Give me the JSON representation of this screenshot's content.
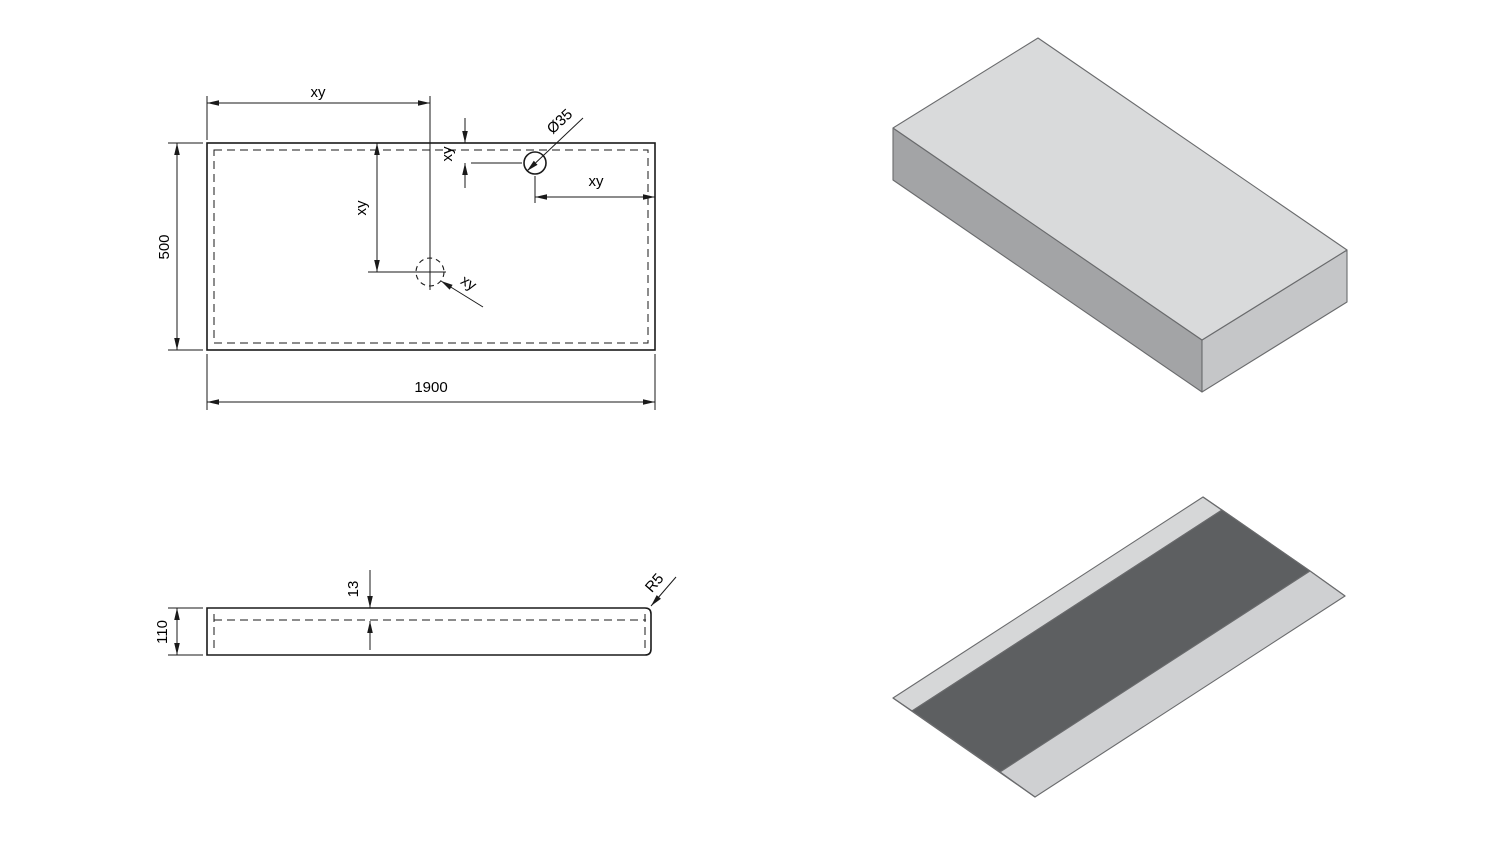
{
  "plan_view": {
    "dims": {
      "width": "1900",
      "height": "500",
      "hole_diameter": "Ø35",
      "xy_top": "xy",
      "xy_vertical": "xy",
      "xy_hole_offset": "xy",
      "xy_right": "xy",
      "xy_leader": "xy"
    }
  },
  "side_view": {
    "dims": {
      "height": "110",
      "top_thickness": "13",
      "corner_radius": "R5"
    }
  },
  "colors": {
    "line": "#1a1a1a",
    "slab_top": "#d9dadb",
    "slab_front": "#a3a4a6",
    "slab_side": "#c5c6c8",
    "tray_rim": "#d6d7d8",
    "tray_interior": "#5d5f61",
    "tray_apron": "#cfd0d2",
    "tray_end_right": "#b9babc",
    "tray_end_left": "#c8c9cb"
  }
}
